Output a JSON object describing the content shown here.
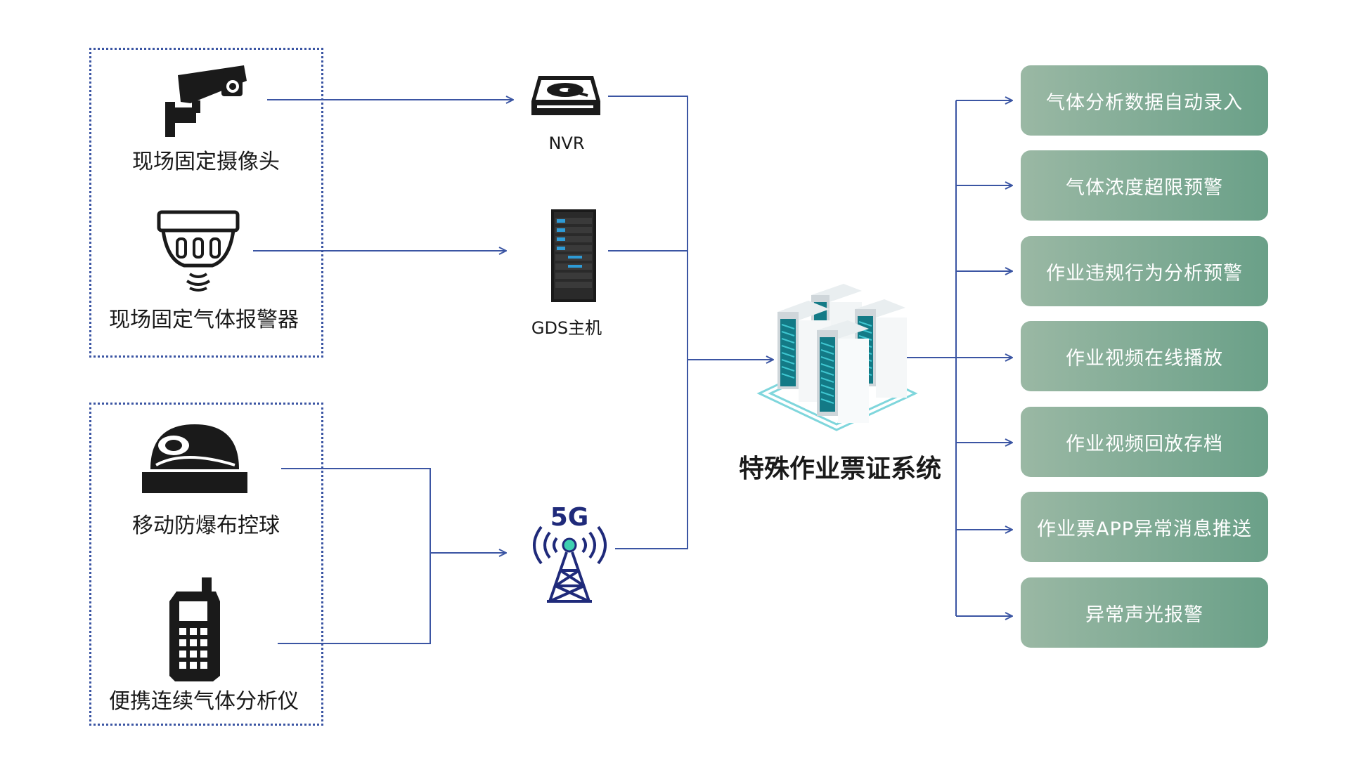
{
  "devices": {
    "camera": "现场固定摄像头",
    "gas_alarm": "现场固定气体报警器",
    "dome": "移动防爆布控球",
    "analyzer": "便携连续气体分析仪"
  },
  "middle": {
    "nvr": "NVR",
    "gds": "GDS主机",
    "fiveg": "5G"
  },
  "system": {
    "title": "特殊作业票证系统"
  },
  "functions": [
    "气体分析数据自动录入",
    "气体浓度超限预警",
    "作业违规行为分析预警",
    "作业视频在线播放",
    "作业视频回放存档",
    "作业票APP异常消息推送",
    "异常声光报警"
  ],
  "colors": {
    "line": "#3b55a3",
    "box_gradient_start": "#9ab8a4",
    "box_gradient_end": "#6aa088",
    "server_accent": "#3fc6d0"
  }
}
